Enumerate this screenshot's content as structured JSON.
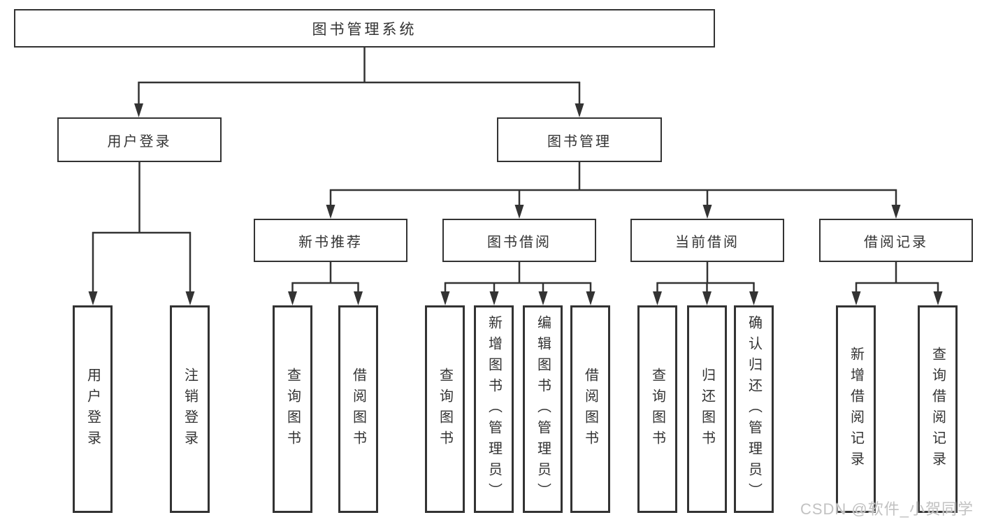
{
  "diagram": {
    "title": "图书管理系统",
    "watermark": "CSDN @软件_小贺同学",
    "colors": {
      "line": "#333333",
      "box_border": "#333333",
      "box_background": "#ffffff",
      "page_background": "#ffffff",
      "watermark": "#c2c2c2"
    },
    "nodes": {
      "root": "图书管理系统",
      "user_login": "用户登录",
      "book_management": "图书管理",
      "new_book_recommend": "新书推荐",
      "book_borrowing": "图书借阅",
      "current_borrowing": "当前借阅",
      "borrowing_records": "借阅记录",
      "leaf_user_login": "用户登录",
      "leaf_logout": "注销登录",
      "nbr_query_books": "查询图书",
      "nbr_borrow_books": "借阅图书",
      "bb_query_books": "查询图书",
      "bb_add_books_admin": "新增图书（管理员）",
      "bb_edit_books_admin": "编辑图书（管理员）",
      "bb_borrow_books": "借阅图书",
      "cb_query_books": "查询图书",
      "cb_return_books": "归还图书",
      "cb_confirm_return_admin": "确认归还（管理员）",
      "br_add_record": "新增借阅记录",
      "br_query_record": "查询借阅记录"
    },
    "hierarchy": {
      "图书管理系统": [
        "用户登录",
        "图书管理"
      ],
      "用户登录": [
        "用户登录",
        "注销登录"
      ],
      "图书管理": [
        "新书推荐",
        "图书借阅",
        "当前借阅",
        "借阅记录"
      ],
      "新书推荐": [
        "查询图书",
        "借阅图书"
      ],
      "图书借阅": [
        "查询图书",
        "新增图书（管理员）",
        "编辑图书（管理员）",
        "借阅图书"
      ],
      "当前借阅": [
        "查询图书",
        "归还图书",
        "确认归还（管理员）"
      ],
      "借阅记录": [
        "新增借阅记录",
        "查询借阅记录"
      ]
    }
  }
}
